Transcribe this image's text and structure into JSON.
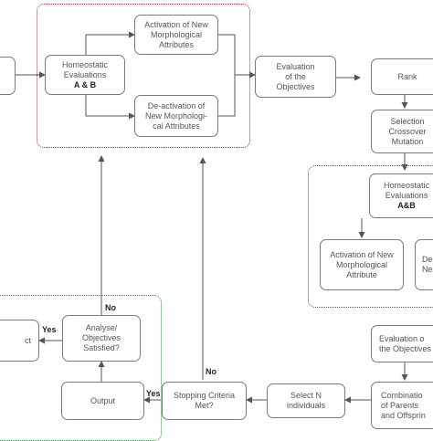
{
  "nodes": {
    "homeostatic_top": {
      "line1": "Homeostatic",
      "line2": "Evaluations",
      "line3": "A & B"
    },
    "activation_top": {
      "line1": "Activation of New",
      "line2": "Morphological",
      "line3": "Attributes"
    },
    "deactivation_top": {
      "line1": "De-activation of",
      "line2": "New Morphologi-",
      "line3": "cal Attributes"
    },
    "evaluation_top": {
      "line1": "Evaluation",
      "line2": "of the",
      "line3": "Objectives"
    },
    "rank": {
      "line1": "Rank"
    },
    "selection": {
      "line1": "Selection",
      "line2": "Crossover",
      "line3": "Mutation"
    },
    "homeostatic_right": {
      "line1": "Homeostatic",
      "line2": "Evaluations",
      "line3": "A&B"
    },
    "activation_right": {
      "line1": "Activation of New",
      "line2": "Morphological",
      "line3": "Attribute"
    },
    "deactivation_right": {
      "line1": "De",
      "line2": "Ne"
    },
    "evaluation_right": {
      "line1": "Evaluation o",
      "line2": "the Objectives"
    },
    "combination": {
      "line1": "Combinatio",
      "line2": "of Parents",
      "line3": "and Offsprin"
    },
    "select_n": {
      "line1": "Select N",
      "line2": "individuals"
    },
    "stopping": {
      "line1": "Stopping Criteria",
      "line2": "Met?"
    },
    "output": {
      "line1": "Output"
    },
    "analyse": {
      "line1": "Analyse/",
      "line2": "Objectives",
      "line3": "Satisfied?"
    },
    "left_partial": {
      "line1": "ct"
    }
  },
  "edge_labels": {
    "no_analyse": "No",
    "yes_analyse": "Yes",
    "yes_stopping": "Yes",
    "no_stopping": "No"
  },
  "colors": {
    "box_border": "#7a7a7a",
    "arrow": "#555555",
    "red_region": "#b03030",
    "green_region": "#2e8b3a"
  }
}
